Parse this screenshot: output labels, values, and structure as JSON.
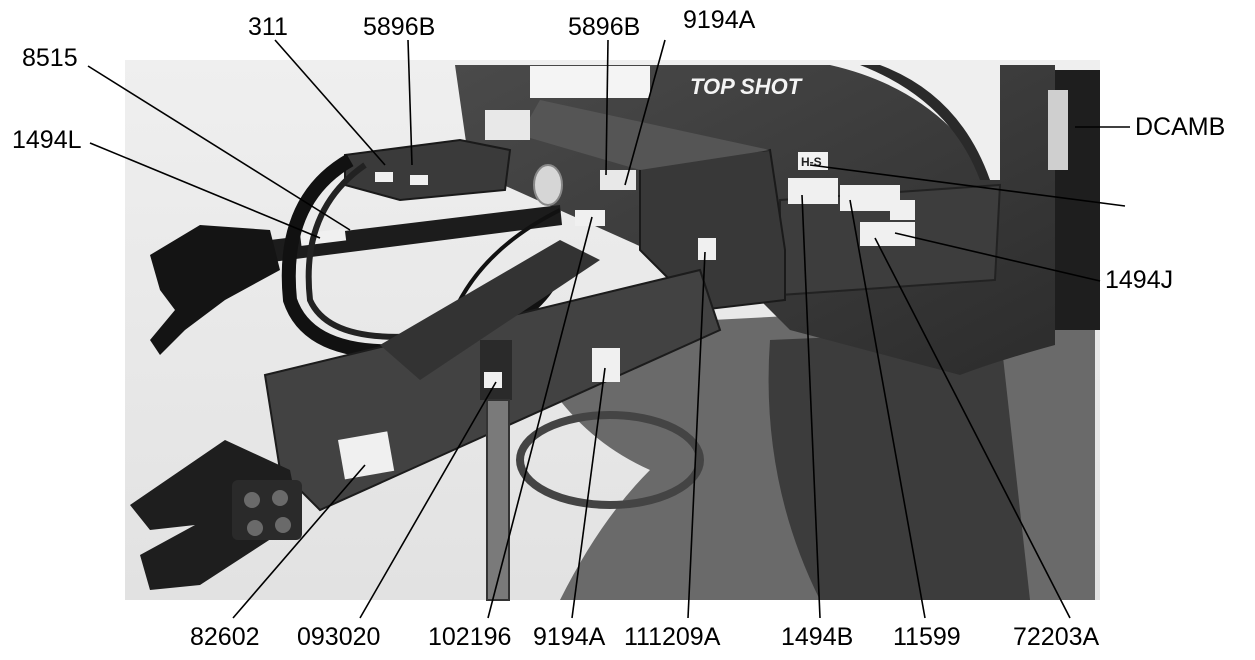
{
  "photo": {
    "decal_text": "TOP SHOT",
    "logo_text": "H-S"
  },
  "callouts": {
    "top": [
      "311",
      "5896B",
      "5896B",
      "9194A"
    ],
    "left": [
      "8515",
      "1494L"
    ],
    "right": [
      "DCAMB",
      "1494J"
    ],
    "bottom": [
      "82602",
      "093020",
      "102196",
      "9194A",
      "111209A",
      "1494B",
      "11599",
      "72203A"
    ]
  }
}
